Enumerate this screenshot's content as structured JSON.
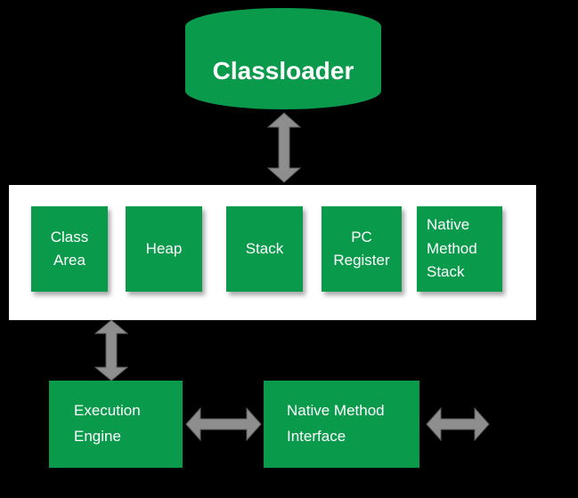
{
  "classloader": {
    "label": "Classloader"
  },
  "runtime_data_areas": {
    "boxes": [
      {
        "label": "Class Area"
      },
      {
        "label": "Heap"
      },
      {
        "label": "Stack"
      },
      {
        "label": "PC Register"
      },
      {
        "label": "Native Method Stack"
      }
    ]
  },
  "execution_engine": {
    "label": "Execution Engine"
  },
  "native_method_interface": {
    "label": "Native Method Interface"
  },
  "colors": {
    "accent_green": "#0a9a4c",
    "arrow_gray": "#8e8e8e",
    "panel_white": "#ffffff",
    "background": "#000000",
    "text": "#ffffff"
  }
}
